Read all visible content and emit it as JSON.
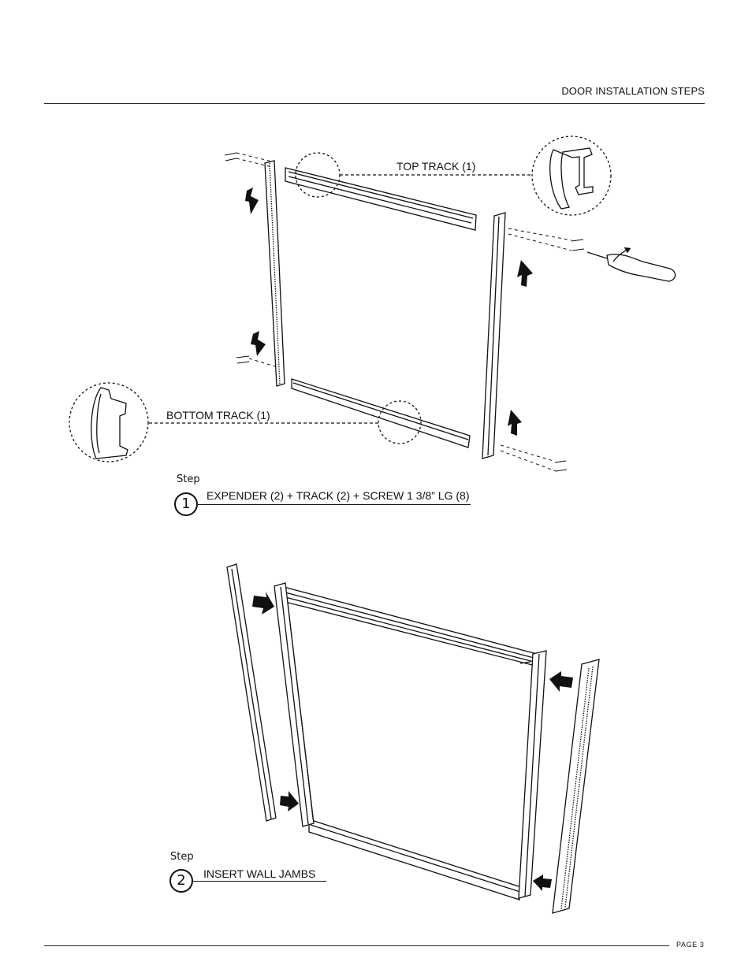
{
  "header": {
    "title": "DOOR INSTALLATION STEPS"
  },
  "figure1": {
    "top_track_label": "TOP TRACK (1)",
    "bottom_track_label": "BOTTOM TRACK (1)"
  },
  "steps": [
    {
      "word": "Step",
      "number": "1",
      "text": "EXPENDER (2) + TRACK (2) + SCREW 1 3/8” LG (8)"
    },
    {
      "word": "Step",
      "number": "2",
      "text": "INSERT WALL JAMBS"
    }
  ],
  "footer": {
    "page": "PAGE 3"
  }
}
